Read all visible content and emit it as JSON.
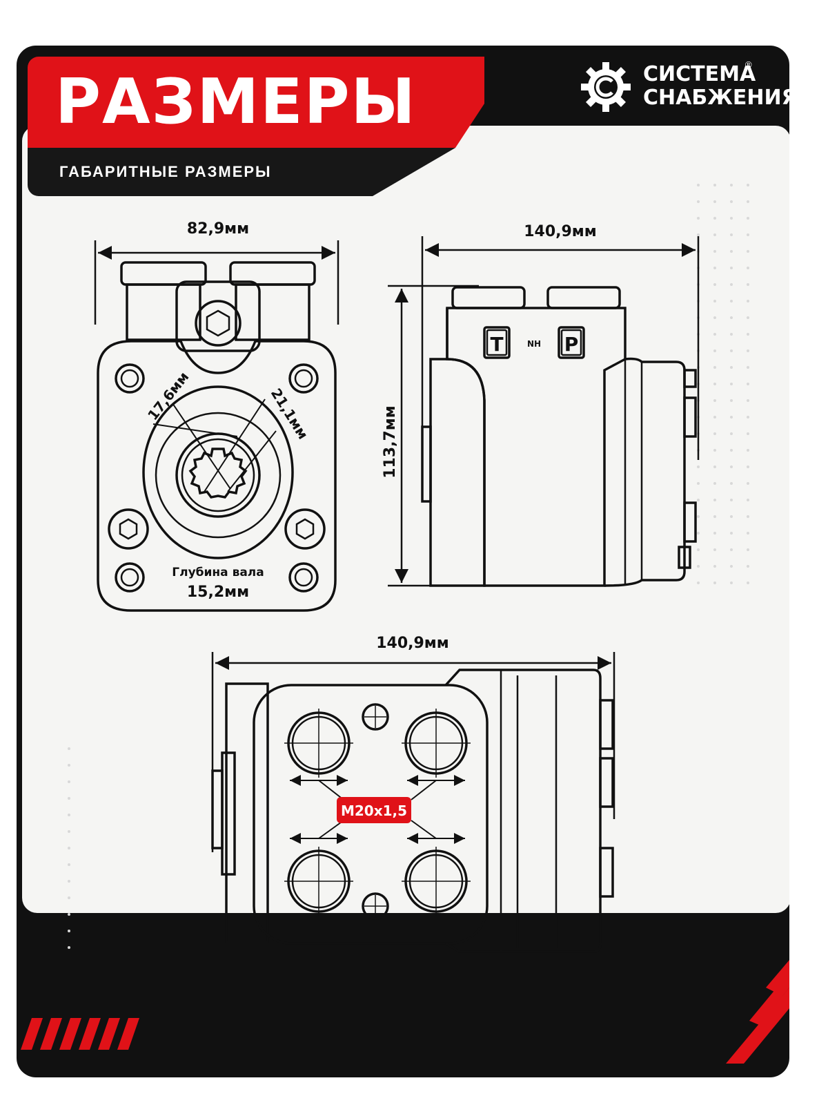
{
  "header": {
    "title": "РАЗМЕРЫ",
    "subtitle": "ГАБАРИТНЫЕ РАЗМЕРЫ"
  },
  "logo": {
    "line1": "СИСТЕМА",
    "line2": "СНАБЖЕНИЯ",
    "registered": "®"
  },
  "front_view": {
    "width": "82,9мм",
    "dim_small": "17,6мм",
    "dim_large": "21,1мм",
    "shaft_depth_label": "Глубина вала",
    "shaft_depth_value": "15,2мм"
  },
  "side_view": {
    "width": "140,9мм",
    "height": "113,7мм",
    "port_t": "T",
    "port_nh": "NH",
    "port_p": "P"
  },
  "top_view": {
    "width": "140,9мм",
    "thread": "M20x1,5"
  },
  "colors": {
    "accent": "#e01218",
    "dark": "#111111",
    "panel": "#f5f5f3"
  }
}
